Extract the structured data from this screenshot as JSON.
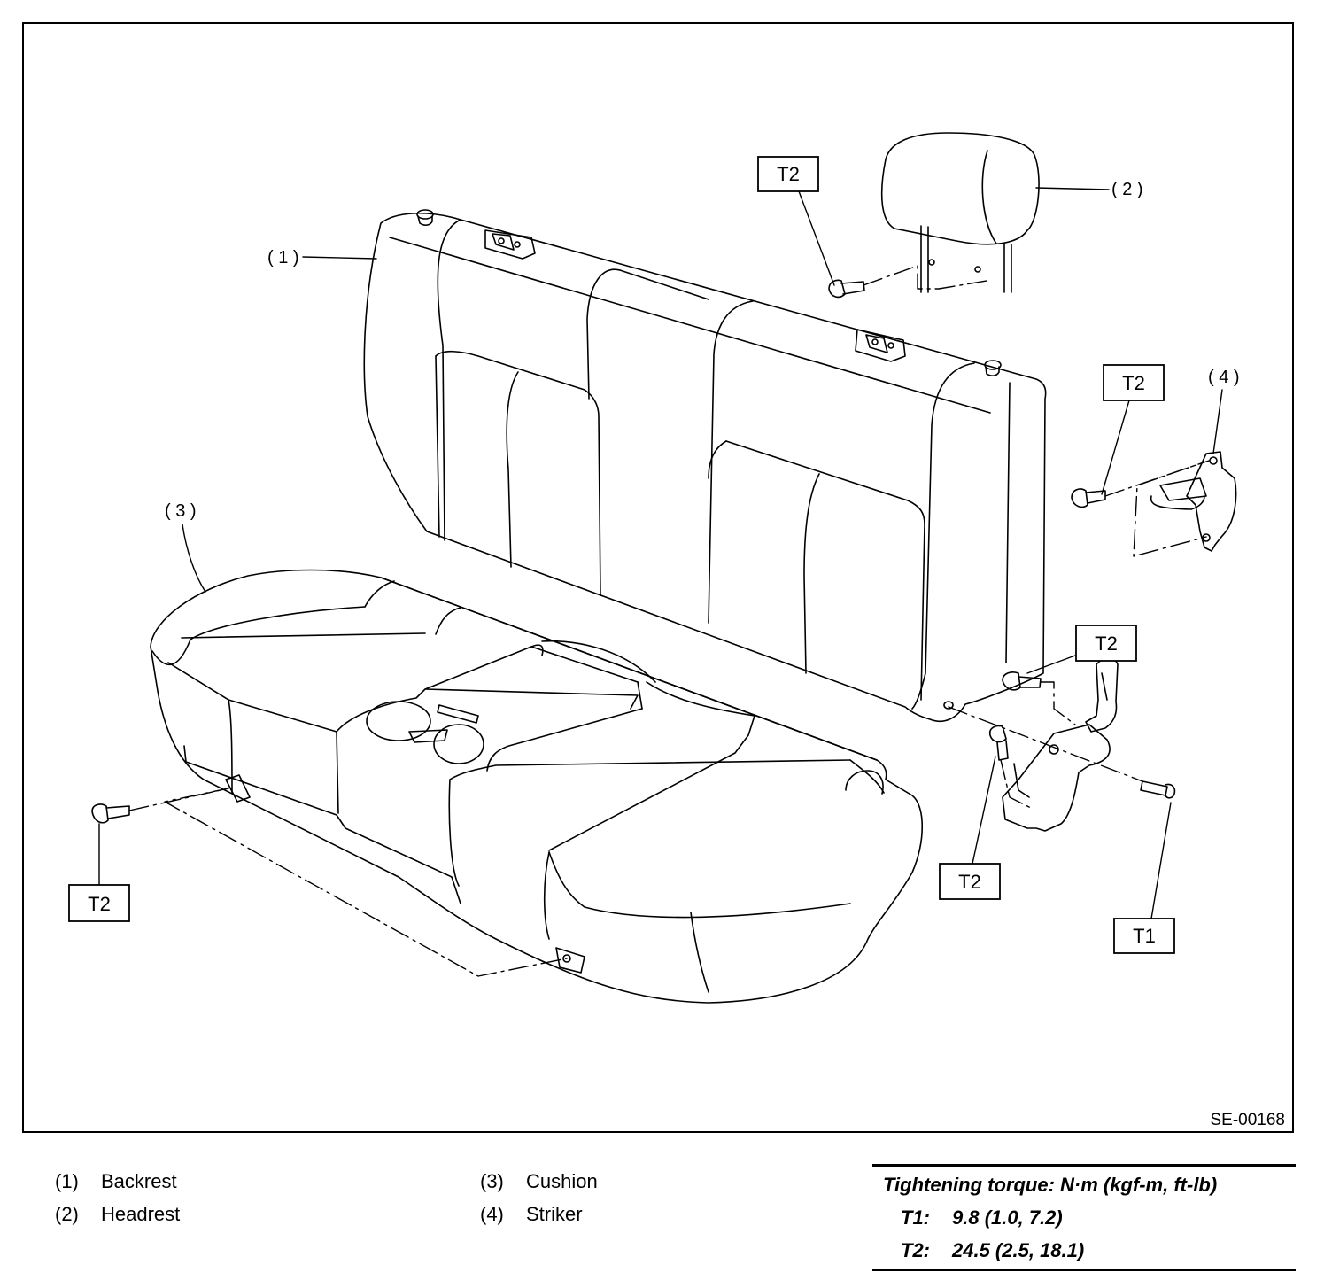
{
  "figure_id": "SE-00168",
  "callouts": {
    "backrest": "( 1 )",
    "headrest": "( 2 )",
    "cushion": "( 3 )",
    "striker": "( 4 )"
  },
  "torque_tags": {
    "headrest_bolt": "T2",
    "striker_bolt": "T2",
    "hinge_upper_bolt": "T2",
    "hinge_lower_bolt": "T2",
    "hinge_screw": "T1",
    "cushion_bolt": "T2"
  },
  "legend": {
    "left": [
      {
        "num": "(1)",
        "name": "Backrest"
      },
      {
        "num": "(2)",
        "name": "Headrest"
      }
    ],
    "right": [
      {
        "num": "(3)",
        "name": "Cushion"
      },
      {
        "num": "(4)",
        "name": "Striker"
      }
    ]
  },
  "torque_table": {
    "title": "Tightening torque: N·m (kgf-m, ft-lb)",
    "rows": [
      {
        "label": "T1:",
        "value": "9.8 (1.0, 7.2)"
      },
      {
        "label": "T2:",
        "value": "24.5 (2.5, 18.1)"
      }
    ]
  }
}
